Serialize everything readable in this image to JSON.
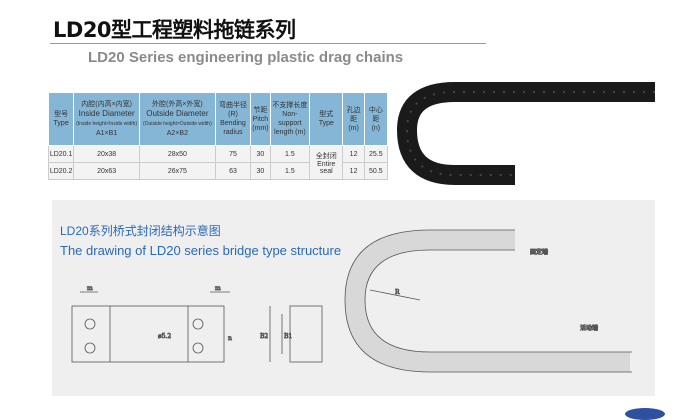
{
  "header": {
    "title": "LD20型工程塑料拖链系列",
    "subtitle": "LD20 Series engineering plastic drag chains"
  },
  "table": {
    "headers": [
      [
        "型号",
        "Type"
      ],
      [
        "内腔(内高×内宽)",
        "Inside Diameter",
        "(Inside height×Inside width)",
        "A1×B1"
      ],
      [
        "外腔(外高×外宽)",
        "Outside Diameter",
        "(Outside height×Outside width)",
        "A2×B2"
      ],
      [
        "弯曲半径(R)",
        "Bending",
        "radius"
      ],
      [
        "节距",
        "Pitch",
        "(mm)"
      ],
      [
        "不支撑长度",
        "Non-support",
        "length (m)"
      ],
      [
        "型式",
        "Type"
      ],
      [
        "孔边距",
        "(m)"
      ],
      [
        "中心距",
        "(n)"
      ]
    ],
    "rows": [
      [
        "LD20.1",
        "20x38",
        "28x50",
        "75",
        "30",
        "1.5",
        "12",
        "25.5"
      ],
      [
        "LD20.2",
        "20x63",
        "26x75",
        "63",
        "30",
        "1.5",
        "12",
        "50.5"
      ]
    ],
    "type_cn": "全封闭",
    "type_en": "Entire seal"
  },
  "drawing": {
    "title_cn": "LD20系列桥式封闭结构示意图",
    "title_en": "The drawing of LD20 series bridge type structure",
    "labels": {
      "m": "m",
      "hole": "ø5.2",
      "n": "n",
      "b2": "B2",
      "b1": "B1",
      "r": "R",
      "fixed_end": "固定端",
      "moving_end": "活动端"
    }
  }
}
